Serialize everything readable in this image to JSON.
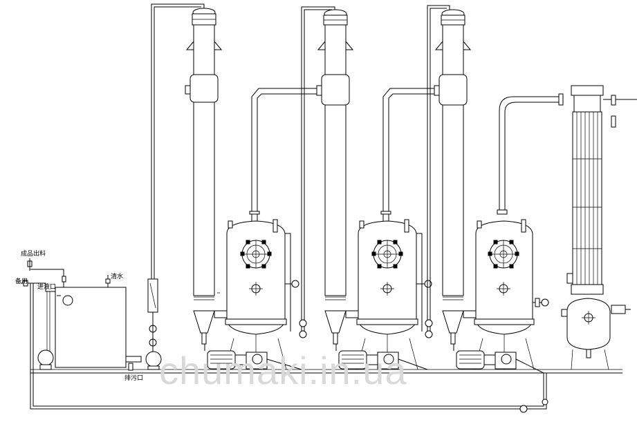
{
  "labels": {
    "product_outlet": "成品出料",
    "standby": "备用",
    "feed_inlet": "进液口",
    "clean_water": "清水",
    "sewage_outlet": "排污口"
  },
  "watermark": "chumaki.in.ua"
}
